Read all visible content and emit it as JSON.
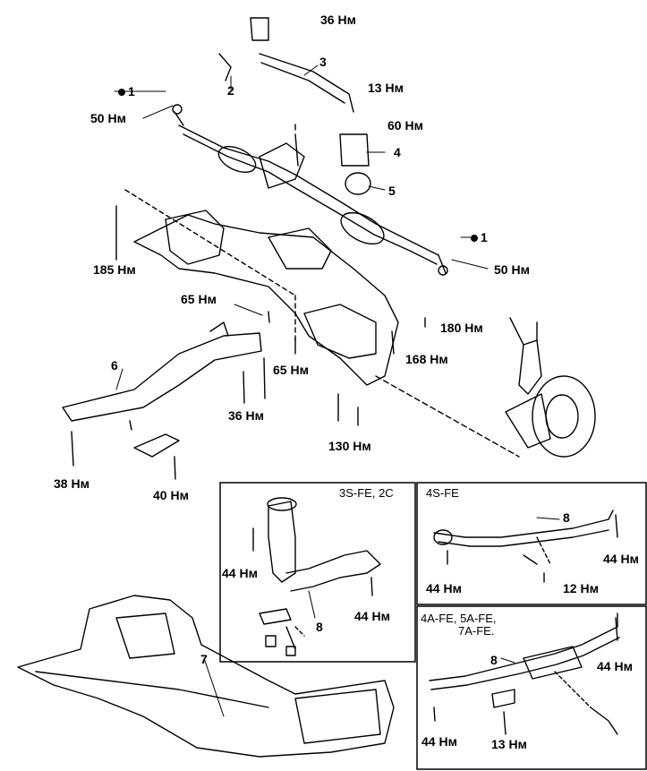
{
  "torque_labels": {
    "t36_top": "36 Нм",
    "t13": "13 Нм",
    "t50_left": "50 Нм",
    "t60": "60 Нм",
    "t185": "185 Нм",
    "t50_right": "50 Нм",
    "t65_a": "65 Нм",
    "t180": "180 Нм",
    "t168": "168 Нм",
    "t65_b": "65 Нм",
    "t36_mid": "36 Нм",
    "t130": "130 Нм",
    "t38": "38 Нм",
    "t40": "40 Нм",
    "t44_3s_left": "44 Нм",
    "t44_3s_right": "44 Нм",
    "t44_4s_right": "44 Нм",
    "t44_4s_left": "44 Нм",
    "t12": "12 Нм",
    "t44_4a_right": "44 Нм",
    "t44_4a_left": "44 Нм",
    "t13_bottom": "13 Нм"
  },
  "callouts": {
    "c1_left": "1",
    "c2": "2",
    "c3": "3",
    "c4": "4",
    "c5": "5",
    "c1_right": "1",
    "c6": "6",
    "c7": "7",
    "c8_3s": "8",
    "c8_4s": "8",
    "c8_4a": "8"
  },
  "inset_boxes": {
    "box_3s_title": "3S-FE, 2C",
    "box_4s_title": "4S-FE",
    "box_4a_title_line1": "4A-FE, 5A-FE,",
    "box_4a_title_line2": "7A-FE."
  }
}
